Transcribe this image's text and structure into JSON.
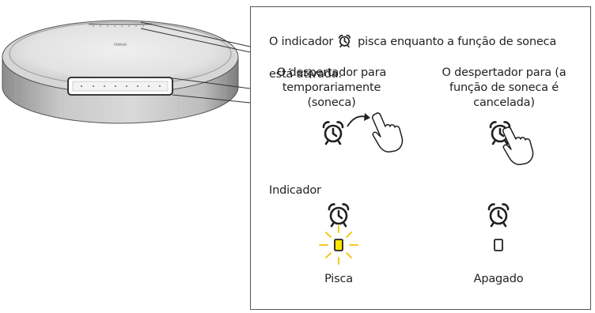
{
  "intro": {
    "before_icon": "O indicador",
    "icon": "alarm-clock-icon",
    "after_icon": "pisca enquanto a função de soneca",
    "line2": "está ativada."
  },
  "snooze_caption": "O despertador para\ntemporariamente\n(soneca)",
  "cancel_caption": "O despertador para (a\nfunção de soneca é\ncancelada)",
  "indicator_heading": "Indicador",
  "states": {
    "blinking_label": "Pisca",
    "off_label": "Apagado"
  },
  "brand": "YAMAHA",
  "colors": {
    "indicator_lit": "#ffe600",
    "blink_rays": "#f4c300",
    "outline": "#231f20",
    "speaker_body": "#e2e2e2"
  }
}
